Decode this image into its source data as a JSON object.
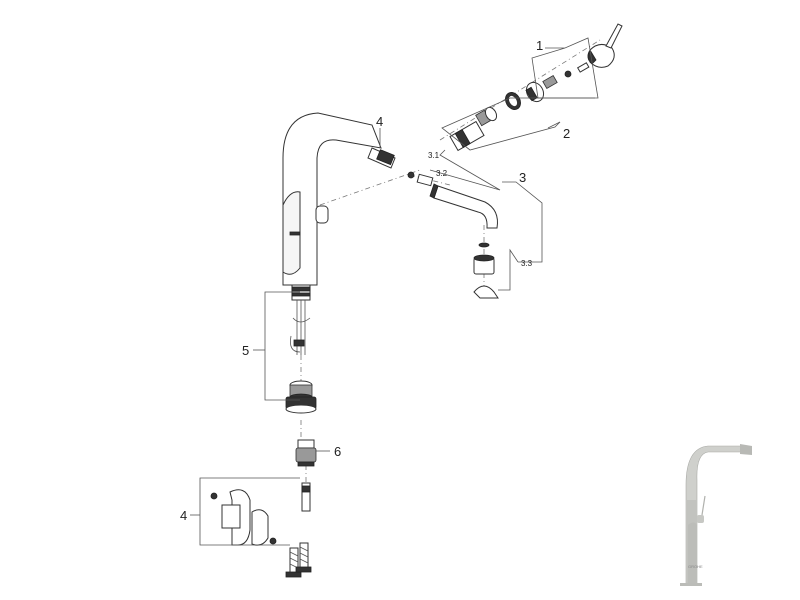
{
  "callouts": {
    "c1": "1",
    "c2": "2",
    "c3": "3",
    "c3_1": "3.1",
    "c3_2": "3.2",
    "c3_3": "3.3",
    "c4_top": "4",
    "c4_bottom": "4",
    "c5": "5",
    "c6": "6"
  },
  "colors": {
    "line": "#555555",
    "photo_steel": "#cfd0cc"
  }
}
